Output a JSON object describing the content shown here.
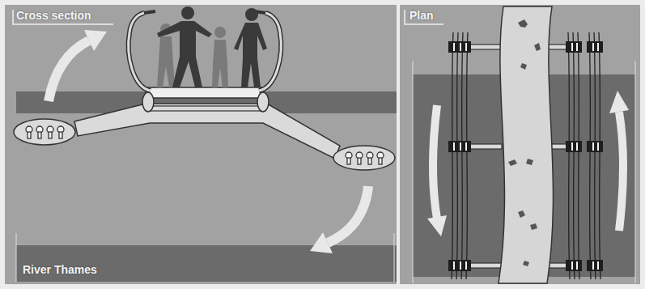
{
  "diagram": {
    "nodes": [
      {
        "text": [
          "Cross section"
        ]
      },
      {
        "text": [
          "Plan"
        ]
      },
      {
        "text": [
          "River Thames"
        ],
        "in": 0
      }
    ]
  }
}
